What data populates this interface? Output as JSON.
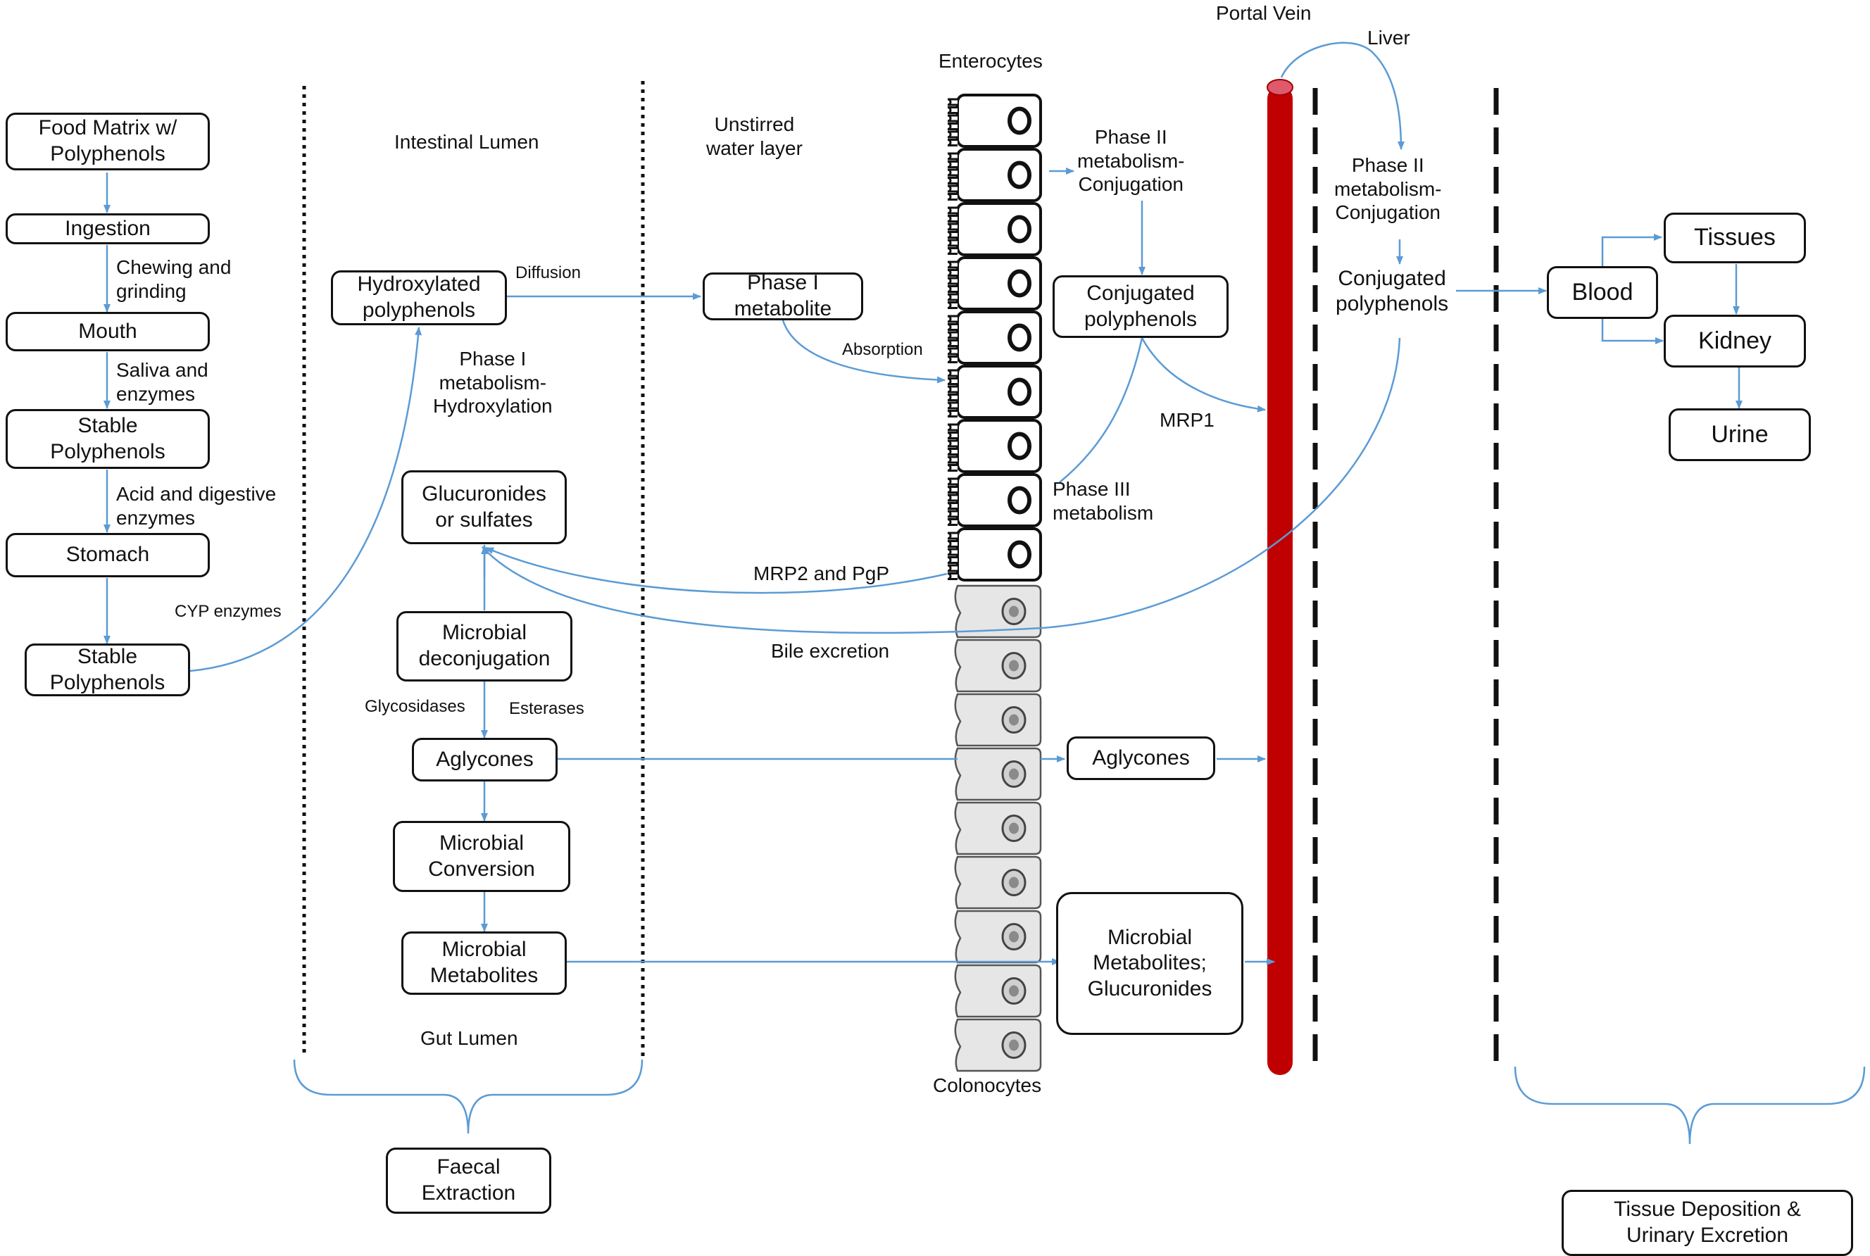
{
  "boxes": {
    "food_matrix": "Food Matrix w/\nPolyphenols",
    "ingestion": "Ingestion",
    "mouth": "Mouth",
    "stable_polyphenols_1": "Stable\nPolyphenols",
    "stomach": "Stomach",
    "stable_polyphenols_2": "Stable\nPolyphenols",
    "hydroxylated_polyphenols": "Hydroxylated\npolyphenols",
    "phase1_metabolite": "Phase I\nmetabolite",
    "glucuronides_sulfates": "Glucuronides\nor sulfates",
    "microbial_deconjugation": "Microbial\ndeconjugation",
    "aglycones_lumen": "Aglycones",
    "microbial_conversion": "Microbial\nConversion",
    "microbial_metabolites": "Microbial\nMetabolites",
    "conjugated_polyphenols": "Conjugated\npolyphenols",
    "aglycones_right": "Aglycones",
    "microbial_metabolites_glucuronides": "Microbial\nMetabolites;\nGlucuronides",
    "blood": "Blood",
    "tissues": "Tissues",
    "kidney": "Kidney",
    "urine": "Urine",
    "faecal_extraction": "Faecal\nExtraction",
    "tissue_deposition": "Tissue Deposition &\nUrinary Excretion"
  },
  "labels": {
    "chewing": "Chewing and\ngrinding",
    "saliva": "Saliva and\nenzymes",
    "acid": "Acid and digestive\nenzymes",
    "cyp": "CYP enzymes",
    "intestinal_lumen": "Intestinal Lumen",
    "unstirred": "Unstirred\nwater layer",
    "diffusion": "Diffusion",
    "phase1_hydroxylation": "Phase I\nmetabolism-\nHydroxylation",
    "absorption": "Absorption",
    "enterocytes": "Enterocytes",
    "colonocytes": "Colonocytes",
    "phase2_conjugation_left": "Phase II\nmetabolism-\nConjugation",
    "portal_vein": "Portal Vein",
    "liver": "Liver",
    "phase2_conjugation_right": "Phase II\nmetabolism-\nConjugation",
    "conjugated_polyphenols_liver": "Conjugated\npolyphenols",
    "mrp1": "MRP1",
    "phase3": "Phase III\nmetabolism",
    "mrp2": "MRP2 and PgP",
    "bile": "Bile excretion",
    "glycosidases": "Glycosidases",
    "esterases": "Esterases",
    "gut_lumen": "Gut Lumen"
  },
  "colors": {
    "arrow": "#5b9bd5",
    "vein": "#c00000",
    "vein_cap": "#e05a6e",
    "cell_fill": "#e6e6e6",
    "line": "#111111"
  }
}
